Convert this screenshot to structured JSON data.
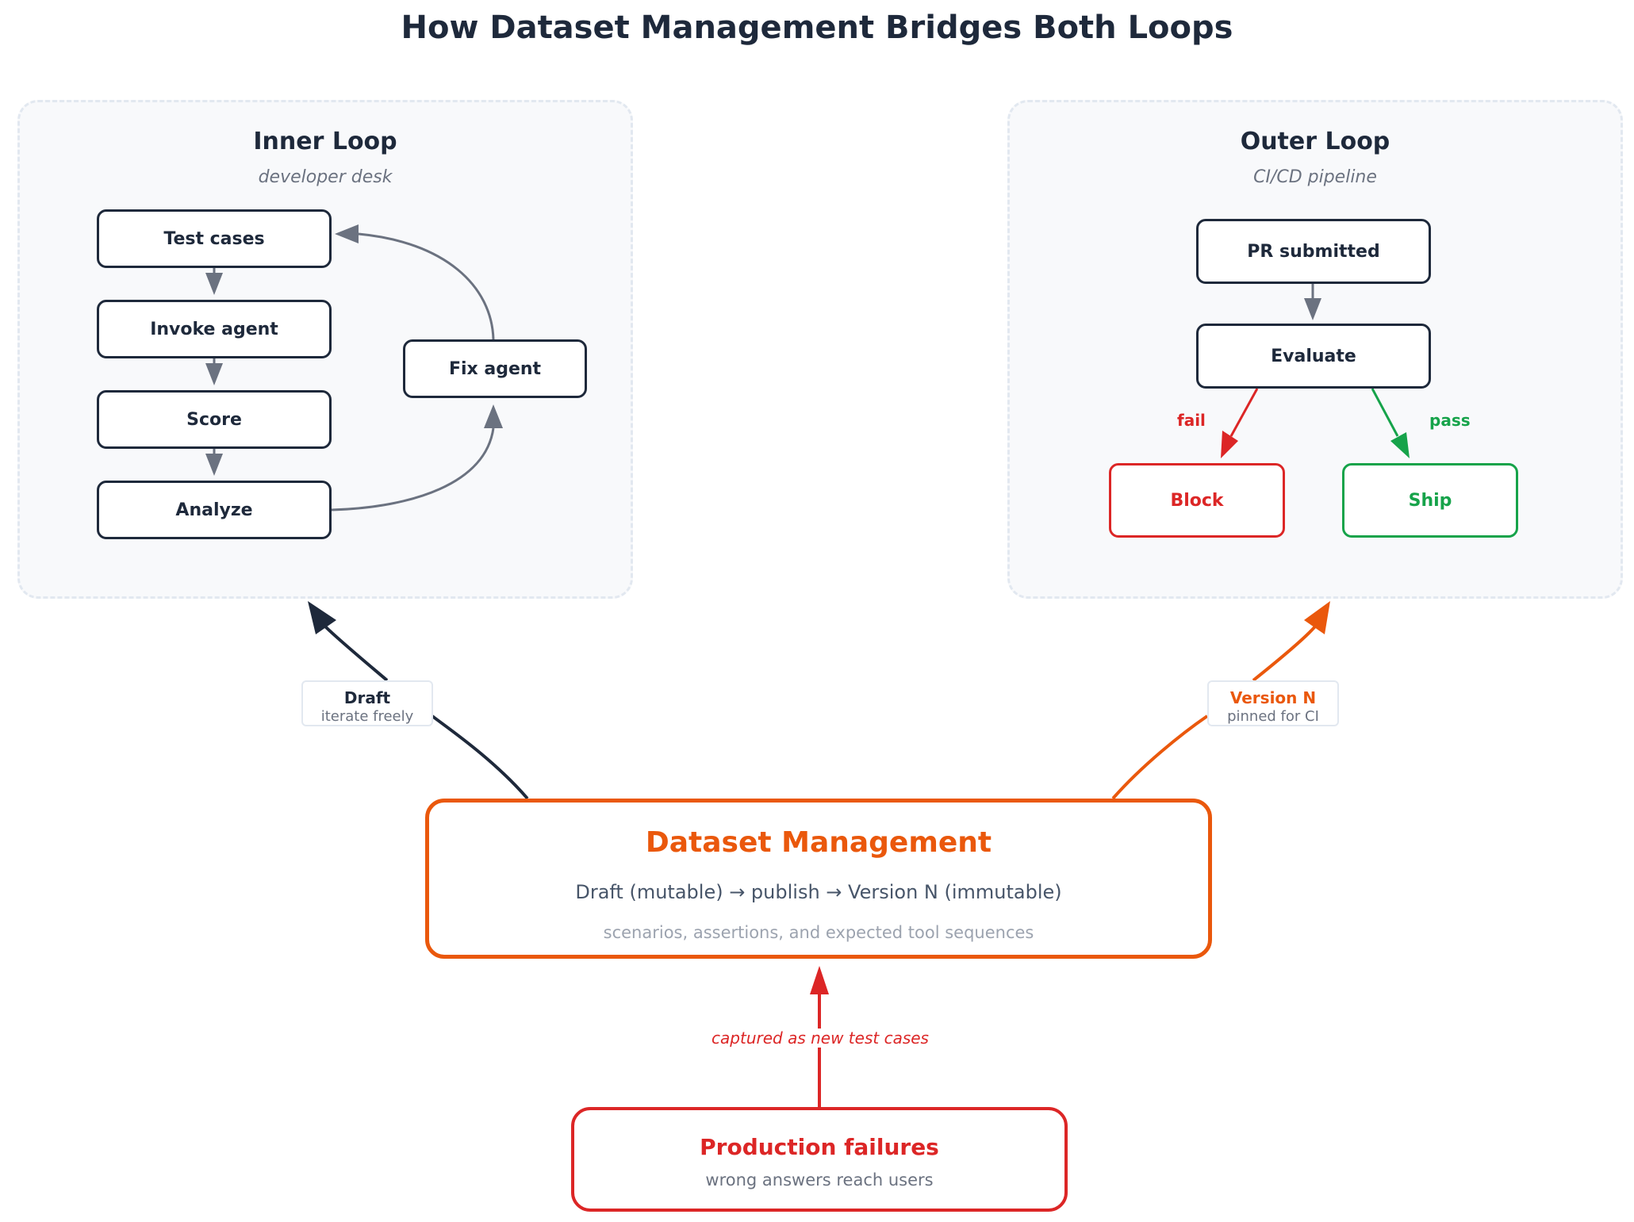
{
  "title": "How Dataset Management Bridges Both Loops",
  "colors": {
    "dark": "#1e293b",
    "gray_arrow": "#6b7280",
    "orange": "#ea580c",
    "red": "#dc2626",
    "green": "#16a34a"
  },
  "inner_loop": {
    "title": "Inner Loop",
    "subtitle": "developer desk",
    "nodes": [
      "Test cases",
      "Invoke agent",
      "Score",
      "Analyze"
    ],
    "fix_node": "Fix agent"
  },
  "outer_loop": {
    "title": "Outer Loop",
    "subtitle": "CI/CD pipeline",
    "pr_node": "PR submitted",
    "evaluate_node": "Evaluate",
    "fail_label": "fail",
    "pass_label": "pass",
    "block_node": "Block",
    "ship_node": "Ship"
  },
  "draft_tag": {
    "title": "Draft",
    "subtitle": "iterate freely"
  },
  "version_tag": {
    "title": "Version N",
    "subtitle": "pinned for CI"
  },
  "dataset_management": {
    "title": "Dataset Management",
    "flow": "Draft (mutable) → publish → Version N (immutable)",
    "subtitle": "scenarios, assertions, and expected tool sequences"
  },
  "captured_label": "captured as new test cases",
  "production_failures": {
    "title": "Production failures",
    "subtitle": "wrong answers reach users"
  }
}
